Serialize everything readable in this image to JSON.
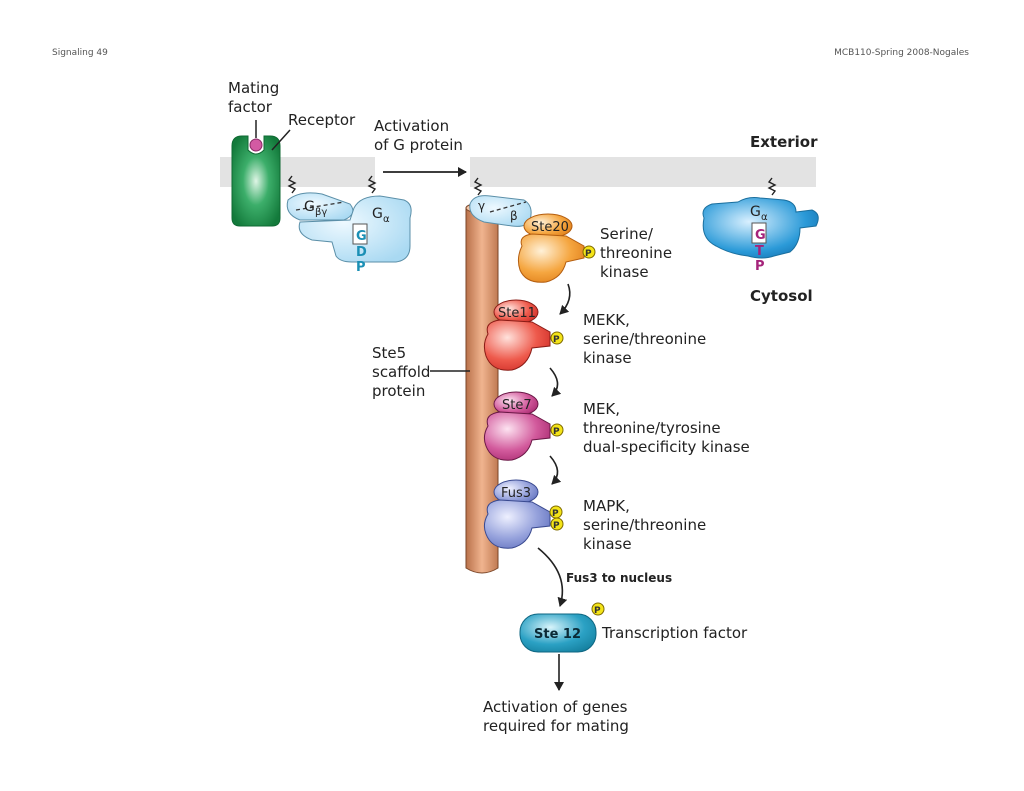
{
  "header": {
    "left": "Signaling 49",
    "right": "MCB110-Spring 2008-Nogales"
  },
  "labels": {
    "mating_factor": [
      "Mating",
      "factor"
    ],
    "receptor": "Receptor",
    "activation_g": [
      "Activation",
      "of G protein"
    ],
    "exterior": "Exterior",
    "cytosol": "Cytosol",
    "g_beta_gamma": "βγ",
    "g_alpha_sub": "α",
    "g_letter": "G",
    "gamma": "γ",
    "beta": "β",
    "gdp": [
      "G",
      "D",
      "P"
    ],
    "gtp": [
      "G",
      "T",
      "P"
    ],
    "ste20": "Ste20",
    "ste20_desc": [
      "Serine/",
      "threonine",
      "kinase"
    ],
    "ste11": "Ste11",
    "ste11_desc": [
      "MEKK,",
      "serine/threonine",
      "kinase"
    ],
    "ste7": "Ste7",
    "ste7_desc": [
      "MEK,",
      "threonine/tyrosine",
      "dual-specificity kinase"
    ],
    "fus3": "Fus3",
    "fus3_desc": [
      "MAPK,",
      "serine/threonine",
      "kinase"
    ],
    "ste5": [
      "Ste5",
      "scaffold",
      "protein"
    ],
    "fus3_nucleus": "Fus3 to nucleus",
    "ste12": "Ste 12",
    "transcription_factor": "Transcription factor",
    "activation_genes": [
      "Activation of genes",
      "required for mating"
    ],
    "phospho": "P"
  },
  "colors": {
    "membrane": "#e3e3e3",
    "receptor": "#1c8a4a",
    "g_protein": "#bfe3f5",
    "g_protein_active": "#1e8fd0",
    "scaffold": "#d58f62",
    "ste20": "#f0922e",
    "ste11": "#e0403a",
    "ste7": "#c24088",
    "fus3": "#7f8fd0",
    "ste12": "#1f93b8",
    "phospho": "#f4e418",
    "gdp_text": "#1a8fb5",
    "gtp_text": "#a5237a"
  }
}
